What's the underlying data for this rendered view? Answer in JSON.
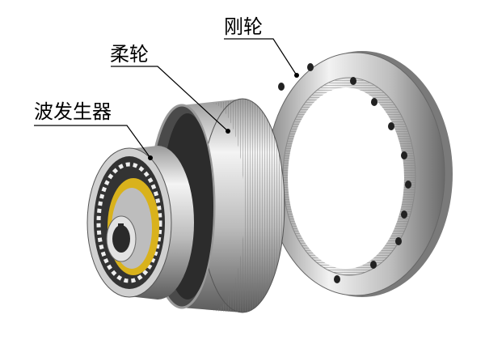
{
  "labels": {
    "circular_spline": "刚轮",
    "flexspline": "柔轮",
    "wave_generator": "波发生器"
  },
  "colors": {
    "metal_light": "#e6e6e6",
    "metal_dark": "#6e6e6e",
    "bearing_ring": "#d9b21c",
    "line": "#000000"
  }
}
